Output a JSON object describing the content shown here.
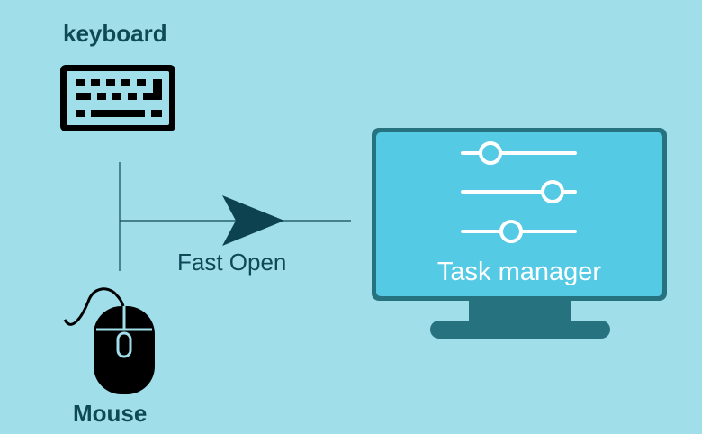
{
  "keyboard": {
    "label": "keyboard",
    "icon": "keyboard-icon"
  },
  "mouse": {
    "label": "Mouse",
    "icon": "mouse-icon"
  },
  "connector": {
    "label": "Fast Open"
  },
  "monitor": {
    "label": "Task manager",
    "icon": "sliders-icon"
  },
  "colors": {
    "background": "#a0deea",
    "screen": "#55cae4",
    "monitor_frame": "#26737f",
    "dark": "#0e4a56",
    "arrow": "#0d4350"
  }
}
